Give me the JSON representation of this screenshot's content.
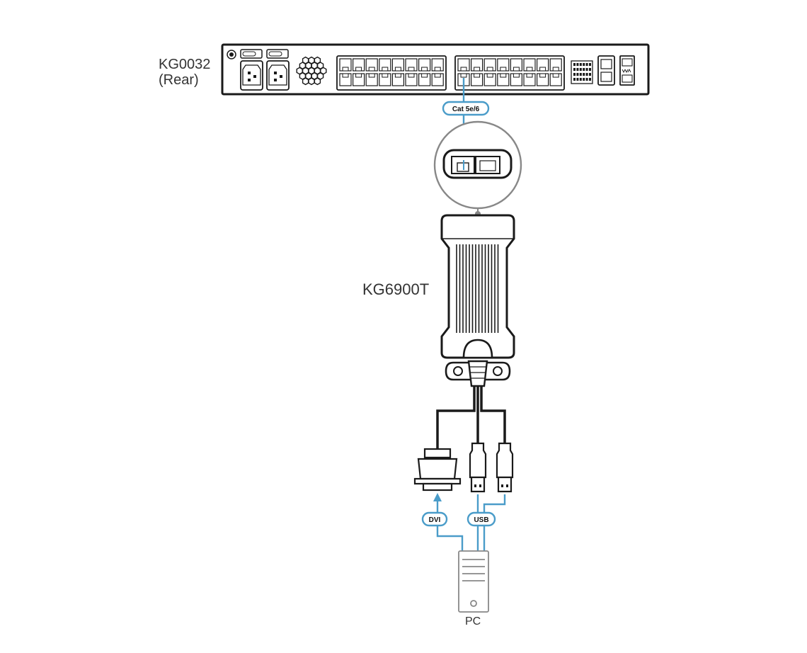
{
  "labels": {
    "switch_name": "KG0032",
    "switch_side": "(Rear)",
    "extender": "KG6900T",
    "computer": "PC"
  },
  "cables": {
    "cat": "Cat 5e/6",
    "dvi": "DVI",
    "usb": "USB"
  },
  "colors": {
    "cable_blue": "#4a9cc9",
    "device_black": "#1a1a1a",
    "pc_gray": "#888888"
  }
}
